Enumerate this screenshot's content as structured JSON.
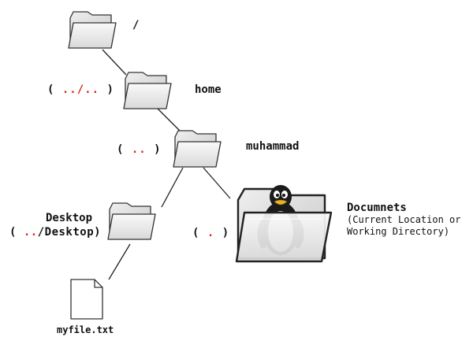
{
  "nodes": {
    "root": {
      "name": "/"
    },
    "home": {
      "name": "home",
      "relative_prefix": "( ",
      "relative_red": "../..",
      "relative_suffix": " )"
    },
    "muhammad": {
      "name": "muhammad",
      "relative_prefix": "( ",
      "relative_red": "..",
      "relative_suffix": " )"
    },
    "desktop": {
      "name": "Desktop",
      "relative_prefix": "( ",
      "relative_red": "..",
      "relative_rest": "/Desktop)"
    },
    "documents": {
      "name": "Documnets",
      "note_line1": "(Current Location or",
      "note_line2": "Working Directory)",
      "relative_prefix": "( ",
      "relative_red": ".",
      "relative_suffix": " )"
    },
    "file": {
      "name": "myfile.txt"
    }
  },
  "colors": {
    "relative_accent": "#d12b1e",
    "stroke": "#2b2b2b"
  },
  "icons": {
    "folder": "folder-icon",
    "current_folder": "folder-open-icon",
    "mascot": "tux-penguin-icon",
    "file": "file-icon"
  }
}
